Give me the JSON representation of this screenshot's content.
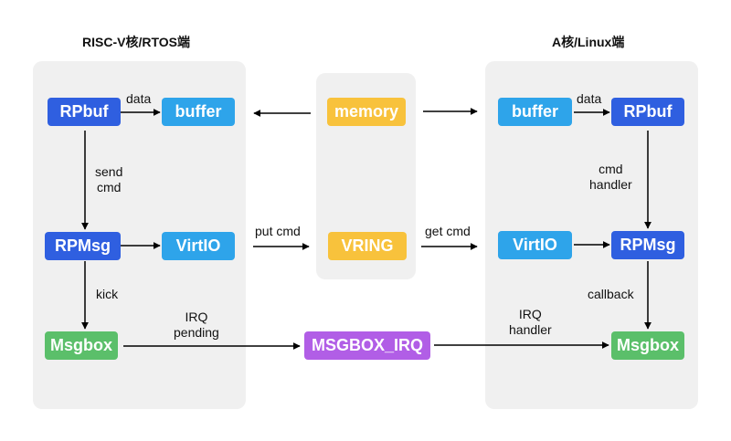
{
  "titles": {
    "left": "RISC-V核/RTOS端",
    "right": "A核/Linux端"
  },
  "left": {
    "rpbuf": "RPbuf",
    "buffer": "buffer",
    "rpmsg": "RPMsg",
    "virtio": "VirtIO",
    "msgbox": "Msgbox"
  },
  "middle": {
    "memory": "memory",
    "vring": "VRING",
    "msgbox_irq": "MSGBOX_IRQ"
  },
  "right": {
    "buffer": "buffer",
    "rpbuf": "RPbuf",
    "virtio": "VirtIO",
    "rpmsg": "RPMsg",
    "msgbox": "Msgbox"
  },
  "labels": {
    "data_left": "data",
    "data_right": "data",
    "send": "send",
    "cmd": "cmd",
    "kick": "kick",
    "irq_pending_1": "IRQ",
    "irq_pending_2": "pending",
    "put_cmd": "put cmd",
    "get_cmd": "get cmd",
    "cmd_handler_1": "cmd",
    "cmd_handler_2": "handler",
    "callback": "callback",
    "irq_handler_1": "IRQ",
    "irq_handler_2": "handler"
  },
  "colors": {
    "dark_blue": "#2f5fe0",
    "light_blue": "#2ea4ea",
    "yellow": "#f8c23c",
    "green": "#5bbf6a",
    "purple": "#b15ee6",
    "panel": "#f0f0f0"
  }
}
